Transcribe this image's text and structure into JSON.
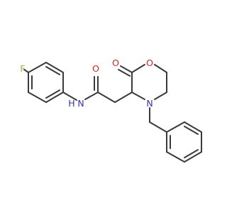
{
  "atoms": {
    "fluorine": {
      "symbol": "F",
      "color": "#8fbf3f"
    },
    "amide_nitrogen": {
      "symbol": "N",
      "color": "#3030d0"
    },
    "amide_hydrogen": {
      "symbol": "H",
      "color": "#3030d0"
    },
    "amide_oxygen": {
      "symbol": "O",
      "color": "#e02020"
    },
    "lactone_oxygen_carbonyl": {
      "symbol": "O",
      "color": "#e02020"
    },
    "ring_oxygen": {
      "symbol": "O",
      "color": "#e02020"
    },
    "ring_nitrogen": {
      "symbol": "N",
      "color": "#3030d0"
    }
  }
}
